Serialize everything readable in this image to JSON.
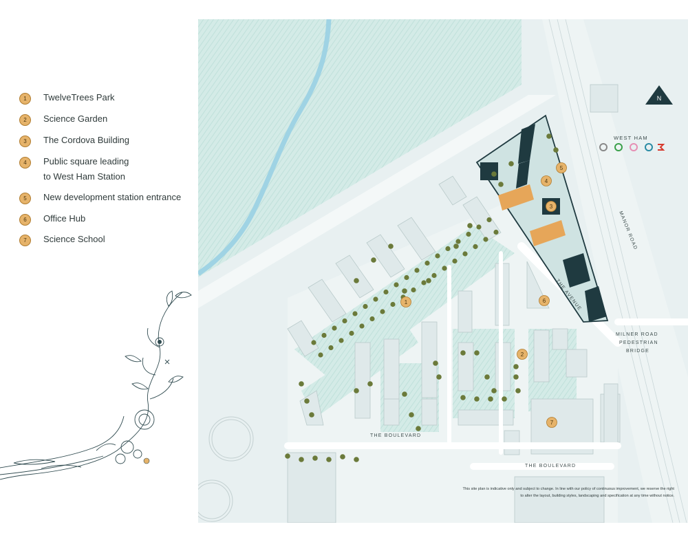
{
  "legend": {
    "items": [
      {
        "num": "1",
        "label": "TwelveTrees Park"
      },
      {
        "num": "2",
        "label": "Science Garden"
      },
      {
        "num": "3",
        "label": "The Cordova Building"
      },
      {
        "num": "4",
        "label": "Public square leading",
        "label2": "to West Ham Station"
      },
      {
        "num": "5",
        "label": "New development station entrance"
      },
      {
        "num": "6",
        "label": "Office Hub"
      },
      {
        "num": "7",
        "label": "Science School"
      }
    ]
  },
  "map": {
    "north": "N",
    "station": "WEST HAM",
    "roads": {
      "manor_road": "MANOR ROAD",
      "the_avenue": "THE AVENUE",
      "boulevard_west": "THE BOULEVARD",
      "boulevard_east": "THE BOULEVARD",
      "milner_line1": "MILNER ROAD",
      "milner_line2": "PEDESTRIAN",
      "milner_line3": "BRIDGE"
    },
    "pins": [
      "1",
      "2",
      "3",
      "4",
      "5",
      "6",
      "7"
    ],
    "colors": {
      "park_green": "#cfe7e3",
      "water": "#9fd3e4",
      "building": "#dfe9ea",
      "pin": "#e6b36a",
      "outline": "#1f3a40",
      "tree": "#6b7a3a"
    }
  },
  "disclaimer": {
    "line1": "This site plan is indicative only and subject to change. In line with our policy of continuous improvement, we reserve the right",
    "line2": "to alter the layout, building styles, landscaping and specification at any time without notice."
  }
}
